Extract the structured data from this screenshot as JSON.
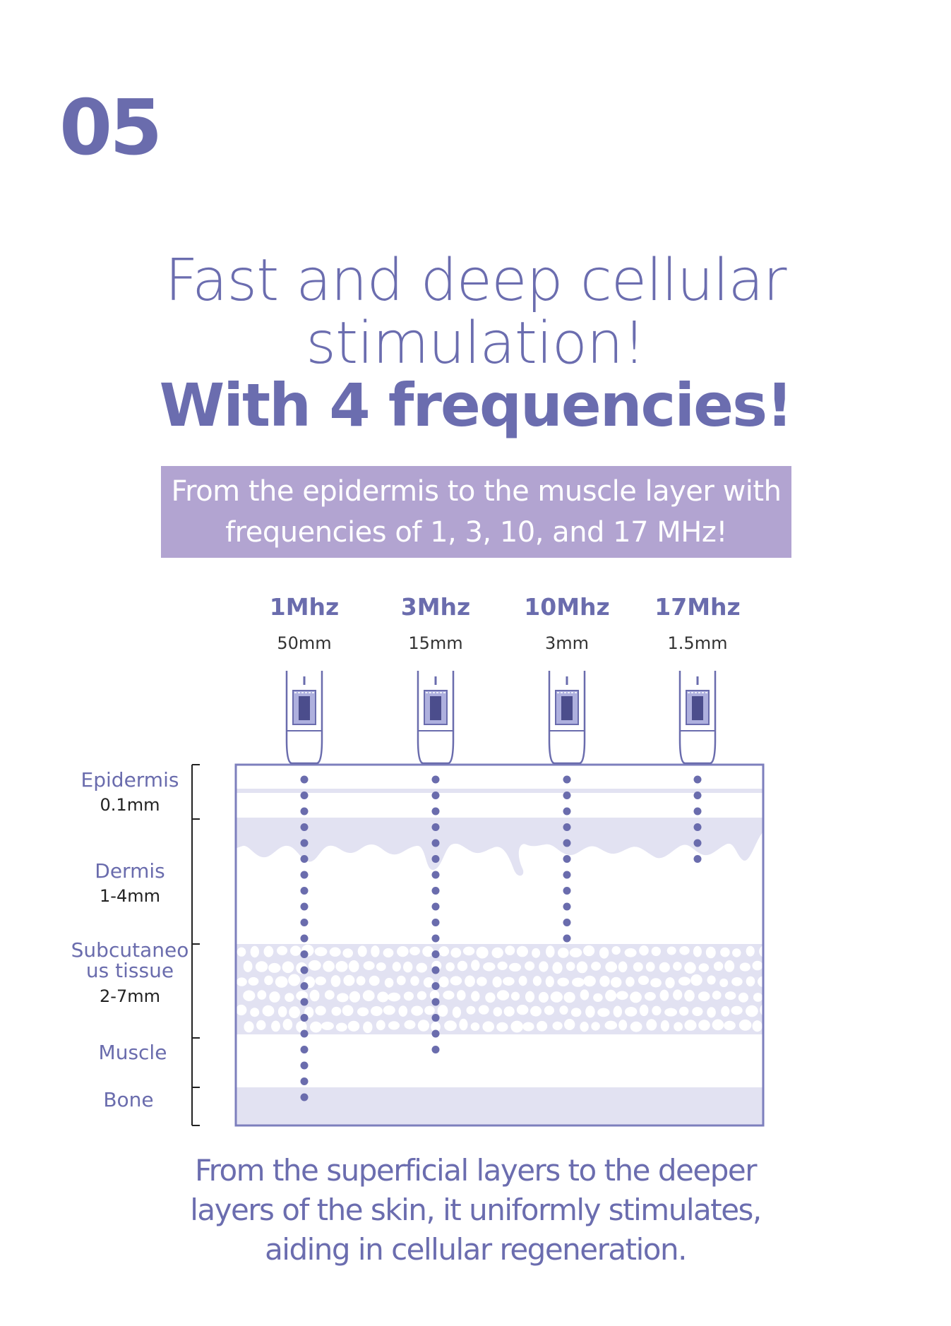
{
  "section_number": "05",
  "headline": {
    "line1": "Fast and deep cellular",
    "line2": "stimulation!",
    "line3": "With 4 frequencies!"
  },
  "banner": {
    "line1": "From the epidermis to the muscle layer with",
    "line2": "frequencies of 1, 3, 10, and 17 MHz!"
  },
  "frequencies": [
    {
      "label": "1Mhz",
      "depth": "50mm",
      "penetrates_to": "Bone"
    },
    {
      "label": "3Mhz",
      "depth": "15mm",
      "penetrates_to": "Muscle"
    },
    {
      "label": "10Mhz",
      "depth": "3mm",
      "penetrates_to": "Dermis"
    },
    {
      "label": "17Mhz",
      "depth": "1.5mm",
      "penetrates_to": "Dermis"
    }
  ],
  "layers": [
    {
      "name": "Epidermis",
      "thickness": "0.1mm"
    },
    {
      "name": "Dermis",
      "thickness": "1-4mm"
    },
    {
      "name": "Subcutaneo us tissue",
      "name_line1": "Subcutaneo",
      "name_line2": "us tissue",
      "thickness": "2-7mm"
    },
    {
      "name": "Muscle",
      "thickness": ""
    },
    {
      "name": "Bone",
      "thickness": ""
    }
  ],
  "bottom_text": {
    "line1": "From the superficial layers to the deeper",
    "line2": "layers of the skin, it uniformly stimulates,",
    "line3": "aiding in cellular regeneration."
  },
  "colors": {
    "primary": "#6a6cad",
    "banner": "#b2a4d1",
    "layer_fill": "#e2e2f2",
    "dot": "#6a6cad"
  }
}
